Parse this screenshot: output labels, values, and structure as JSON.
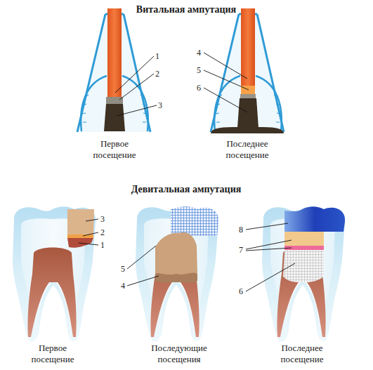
{
  "diagram": {
    "title": "Витальная ампутация",
    "labels": [
      "1",
      "2",
      "3",
      "Первое посещение",
      "4",
      "5",
      "6",
      "Последнее посещение",
      "Девитальная ампутация",
      "3",
      "2",
      "1",
      "Первое посещение",
      "5",
      "4",
      "Последующие посещения",
      "8",
      "7",
      "6",
      "Последнее посещение"
    ]
  }
}
